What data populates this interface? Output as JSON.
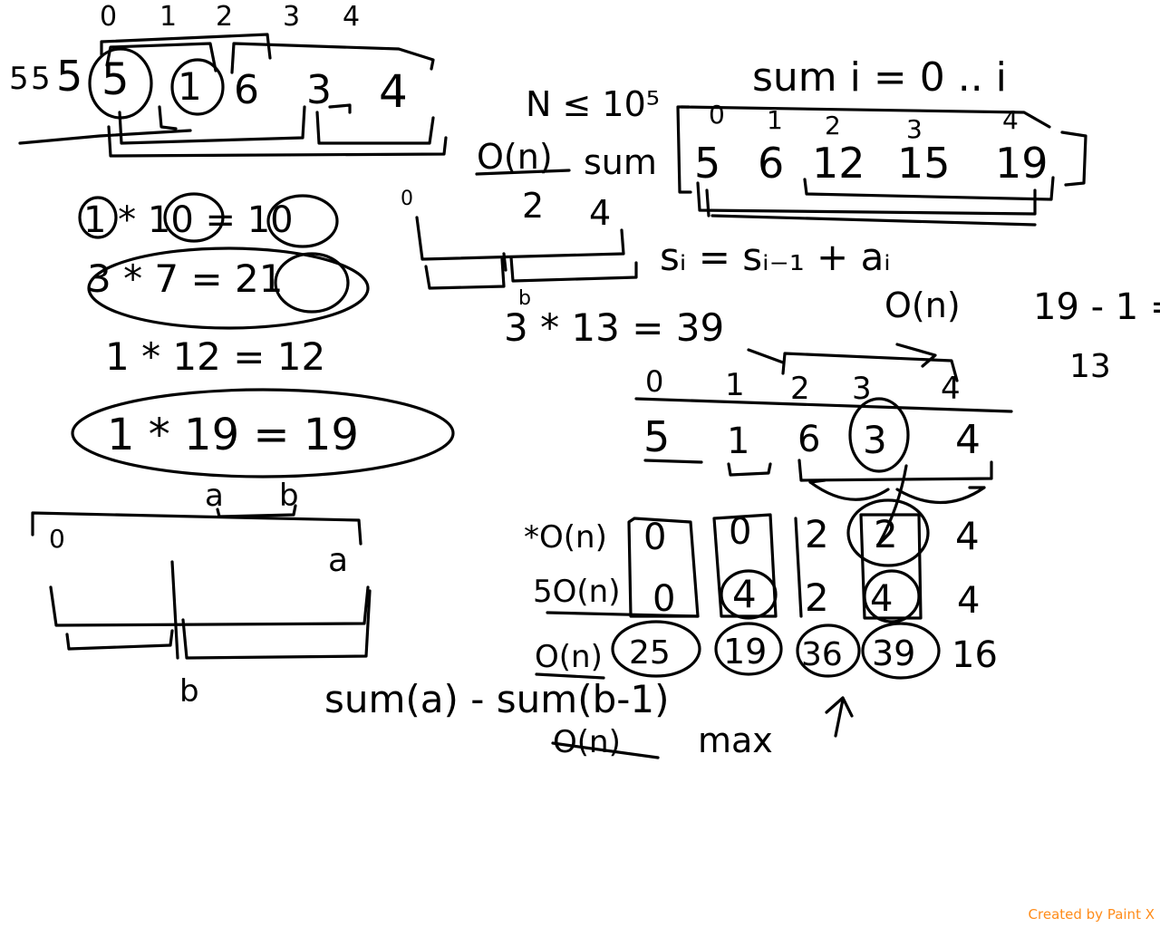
{
  "ink_color": "#000000",
  "background_color": "#ffffff",
  "watermark": {
    "text": "Created by Paint X",
    "color": "#ff8c1a"
  },
  "notes": {
    "top_indices": [
      "0",
      "1",
      "2",
      "3",
      "4"
    ],
    "top_array": [
      "5",
      "1",
      "6",
      "3",
      "4"
    ],
    "top_partial": [
      "5",
      "5",
      "5"
    ],
    "constraint": "N ≤ 10⁵",
    "prefix_def": "sum i = 0 .. i",
    "prefix_indices": [
      "0",
      "1",
      "2",
      "3",
      "4"
    ],
    "on_label": "O(n)",
    "sum_label": "sum",
    "prefix_values": [
      "5",
      "6",
      "12",
      "15",
      "19"
    ],
    "mini_indices": [
      "0",
      "2",
      "4"
    ],
    "recurrence": "sᵢ = sᵢ₋₁ + aᵢ",
    "on_label_right": "O(n)",
    "diff_expr": "19 - 1 =",
    "diff_result": "13",
    "lhs_products": [
      "1 * 10 = 10",
      "3 * 7 = 21",
      "1 * 12 = 12",
      "1 * 19 = 19"
    ],
    "mid_product": "3 * 13 = 39",
    "a_label": "a",
    "b_label": "b",
    "range_left": "0",
    "range_right": "a",
    "range_b_label": "b",
    "range_formula": "sum(a) - sum(b-1)",
    "bottom_on": "O(n)",
    "bottom_max": "max",
    "table_indices": [
      "0",
      "1",
      "2",
      "3",
      "4"
    ],
    "table_values": [
      "5",
      "1",
      "6",
      "3",
      "4"
    ],
    "table_rows": [
      {
        "label": "*O(n)",
        "cells": [
          "0",
          "0",
          "2",
          "2",
          "4"
        ]
      },
      {
        "label": "5O(n)",
        "cells": [
          "0",
          "4",
          "2",
          "4",
          "4"
        ]
      },
      {
        "label": "O(n)",
        "cells": [
          "25",
          "19",
          "36",
          "39",
          "16"
        ]
      }
    ]
  }
}
